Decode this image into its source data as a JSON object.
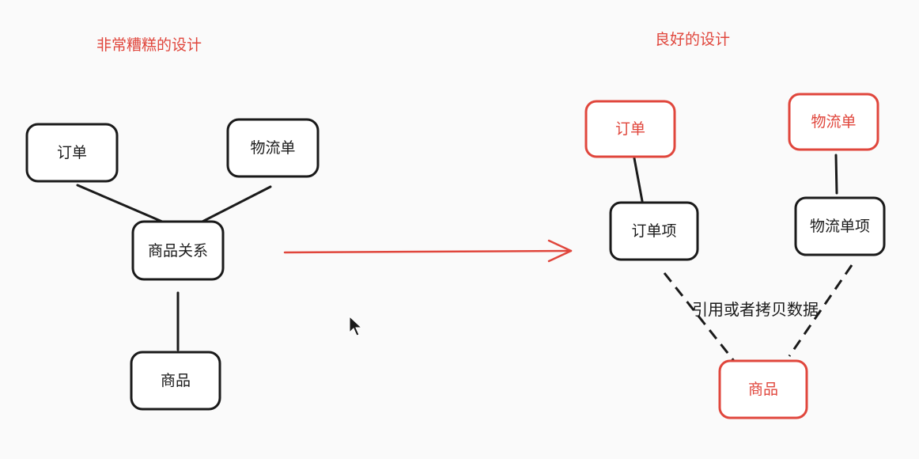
{
  "colors": {
    "background": "#fafafa",
    "ink": "#1a1a1a",
    "accent": "#e0463c"
  },
  "bad_design": {
    "title": "非常糟糕的设计",
    "nodes": {
      "order": "订单",
      "logistics": "物流单",
      "product_relation": "商品关系",
      "product": "商品"
    }
  },
  "transform_arrow": {
    "icon": "arrow-right-icon"
  },
  "good_design": {
    "title": "良好的设计",
    "nodes": {
      "order": "订单",
      "logistics": "物流单",
      "order_item": "订单项",
      "logistics_item": "物流单项",
      "product": "商品"
    },
    "note": "引用或者拷贝数据"
  },
  "cursor": {
    "icon": "mouse-pointer-icon"
  }
}
